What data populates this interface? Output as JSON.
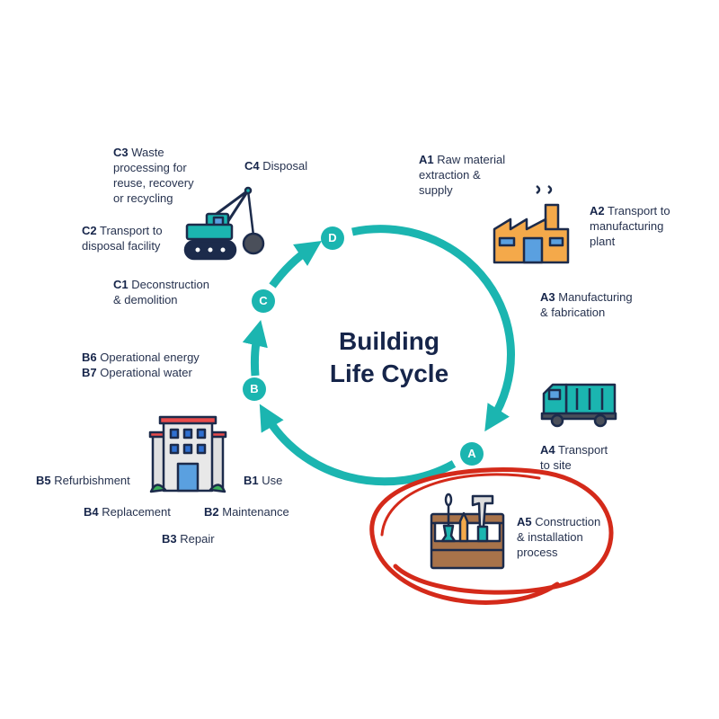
{
  "title": {
    "line1": "Building",
    "line2": "Life Cycle"
  },
  "stages": {
    "A": "A",
    "B": "B",
    "C": "C",
    "D": "D"
  },
  "labels": {
    "C3": {
      "code": "C3",
      "text": " Waste\nprocessing for\nreuse, recovery\nor recycling"
    },
    "C4": {
      "code": "C4",
      "text": " Disposal"
    },
    "C2": {
      "code": "C2",
      "text": " Transport to\ndisposal facility"
    },
    "C1": {
      "code": "C1",
      "text": " Deconstruction\n& demolition"
    },
    "B6": {
      "code": "B6",
      "text": " Operational energy"
    },
    "B7": {
      "code": "B7",
      "text": " Operational water"
    },
    "B5": {
      "code": "B5",
      "text": " Refurbishment"
    },
    "B1": {
      "code": "B1",
      "text": " Use"
    },
    "B4": {
      "code": "B4",
      "text": " Replacement"
    },
    "B2": {
      "code": "B2",
      "text": " Maintenance"
    },
    "B3": {
      "code": "B3",
      "text": " Repair"
    },
    "A1": {
      "code": "A1",
      "text": " Raw material\nextraction &\nsupply"
    },
    "A2": {
      "code": "A2",
      "text": " Transport to\nmanufacturing\nplant"
    },
    "A3": {
      "code": "A3",
      "text": " Manufacturing\n& fabrication"
    },
    "A4": {
      "code": "A4",
      "text": " Transport\nto site"
    },
    "A5": {
      "code": "A5",
      "text": " Construction\n& installation\nprocess"
    }
  },
  "colors": {
    "teal": "#1bb5b0",
    "navy": "#16254a",
    "highlight": "#d42a1a"
  }
}
